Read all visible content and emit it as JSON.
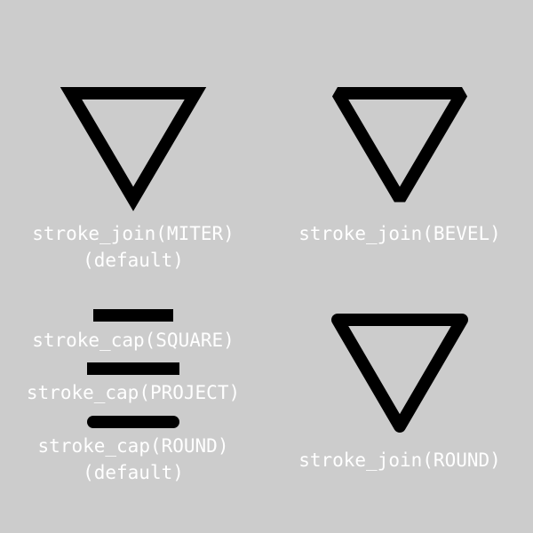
{
  "colors": {
    "background": "#cccccc",
    "stroke": "#000000",
    "label": "#ffffff"
  },
  "panels": {
    "miter": {
      "line1": "stroke_join(MITER)",
      "line2": "(default)",
      "join": "miter"
    },
    "bevel": {
      "line1": "stroke_join(BEVEL)",
      "join": "bevel"
    },
    "round": {
      "line1": "stroke_join(ROUND)",
      "join": "round"
    },
    "square": {
      "label": "stroke_cap(SQUARE)",
      "cap": "butt"
    },
    "project": {
      "label": "stroke_cap(PROJECT)",
      "cap": "square"
    },
    "roundcap": {
      "line1": "stroke_cap(ROUND)",
      "line2": "(default)",
      "cap": "round"
    }
  }
}
